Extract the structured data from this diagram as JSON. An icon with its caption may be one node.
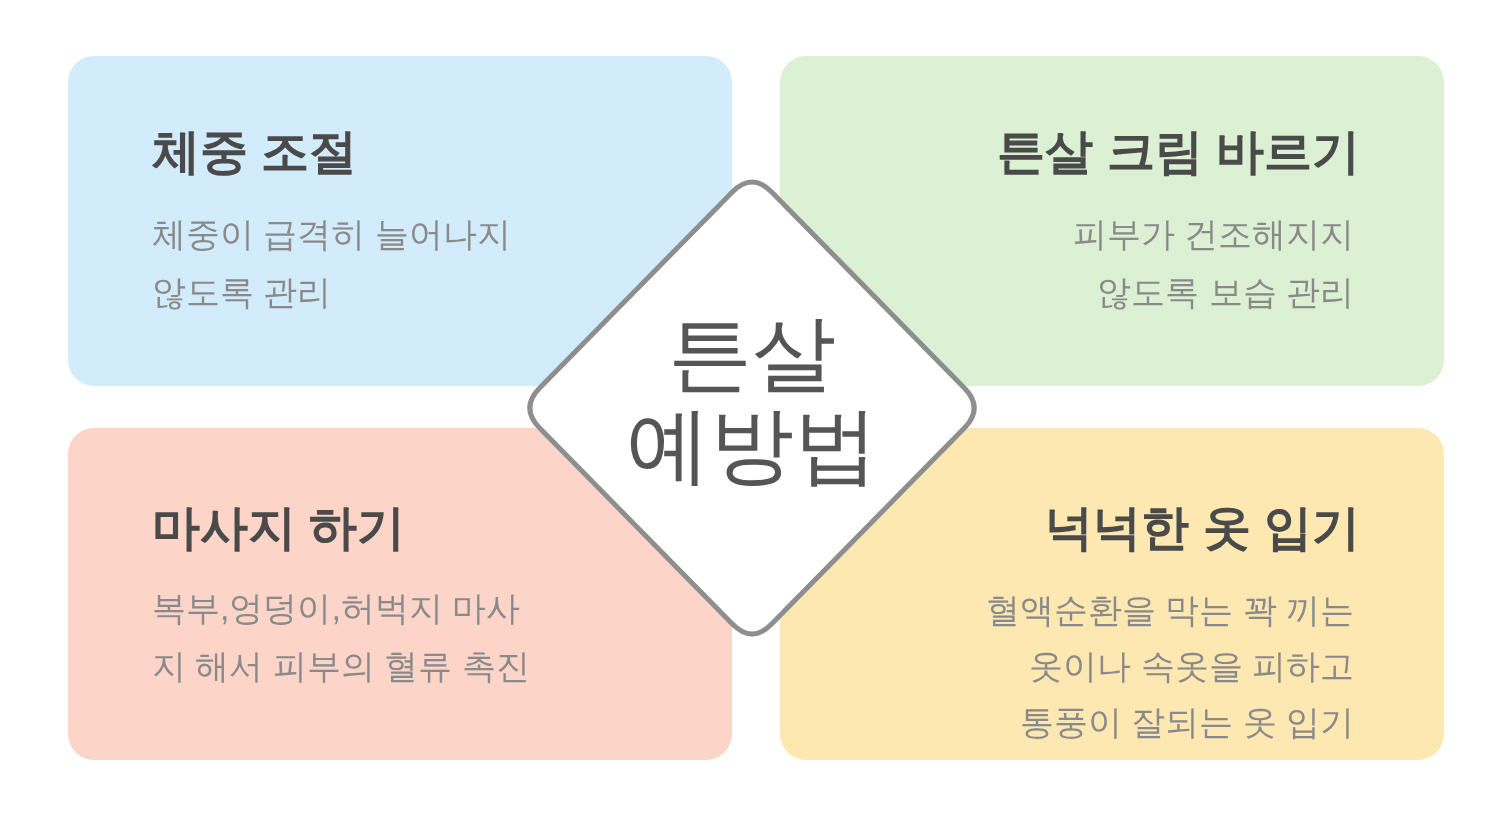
{
  "diagram": {
    "nodes": [
      {
        "text": [
          "체중 조절",
          "체중이 급격히 늘어나지 않도록 관리"
        ]
      },
      {
        "text": [
          "튼살 크림 바르기",
          "피부가 건조해지지 않도록 보습 관리"
        ]
      },
      {
        "text": [
          "튼살 예방법"
        ]
      },
      {
        "text": [
          "마사지 하기",
          "복부,엉덩이,허벅지 마사지 해서 피부의 혈류 촉진"
        ]
      },
      {
        "text": [
          "넉넉한 옷 입기",
          "혈액순환을 막는 꽉 끼는 옷이나 속옷을 피하고 통풍이 잘되는 옷 입기"
        ]
      }
    ]
  }
}
